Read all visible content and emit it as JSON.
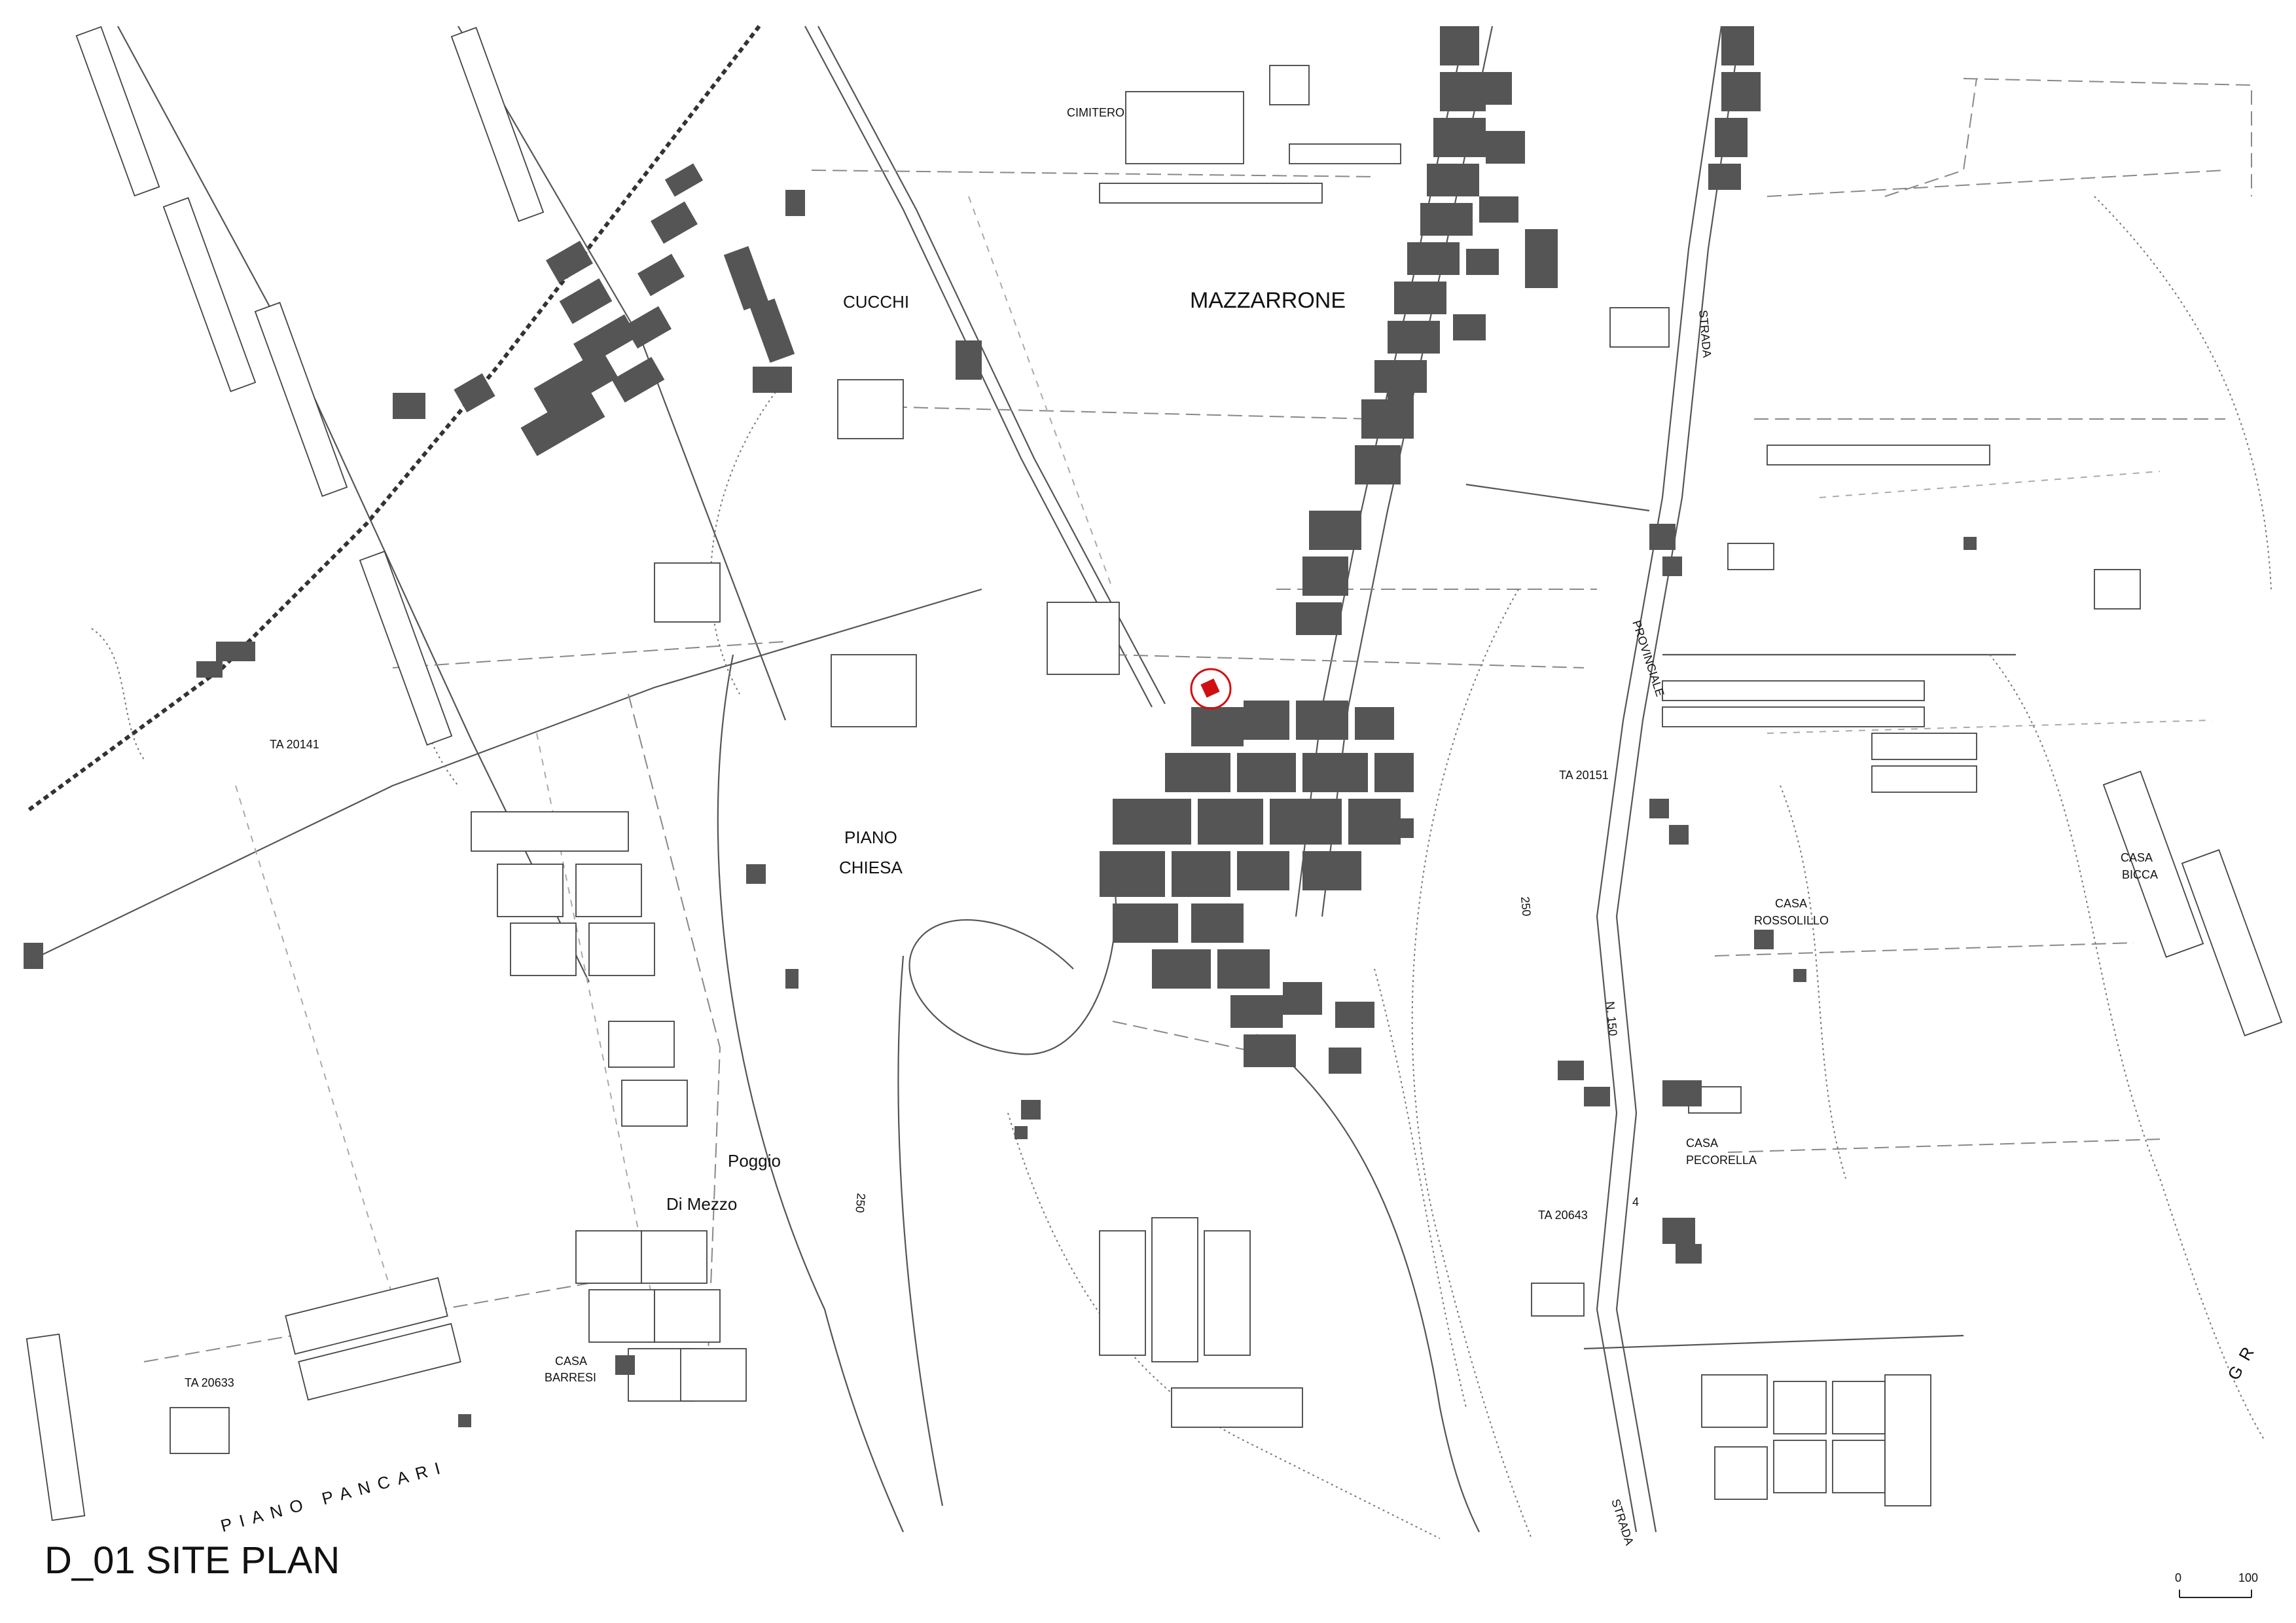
{
  "title": "D_01 SITE PLAN",
  "labels": {
    "cimitero": "CIMITERO",
    "mazzarrone": "MAZZARRONE",
    "cucchi": "CUCCHI",
    "piano_chiesa_1": "PIANO",
    "piano_chiesa_2": "CHIESA",
    "poggio": "Poggio",
    "di_mezzo": "Di Mezzo",
    "casa_barresi_1": "CASA",
    "casa_barresi_2": "BARRESI",
    "piano_pancari": "PIANO PANCARI",
    "ta_20141": "TA 20141",
    "ta_20633": "TA 20633",
    "ta_20151": "TA 20151",
    "ta_20643": "TA 20643",
    "casa_rossolillo_1": "CASA",
    "casa_rossolillo_2": "ROSSOLILLO",
    "casa_pecorella_1": "CASA",
    "casa_pecorella_2": "PECORELLA",
    "casa_bicca_1": "CASA",
    "casa_bicca_2": "BICCA",
    "strada_north": "STRADA",
    "provinciale": "PROVINCIALE",
    "n150": "N. 150",
    "road_250_a": "250",
    "road_250_b": "250",
    "num_4": "4",
    "strada_south": "STRADA",
    "gr": "GR"
  },
  "scale_bar": {
    "start": "0",
    "end": "100"
  },
  "colors": {
    "buildings": "#555555",
    "site_marker": "#d01010",
    "lines": "#555555"
  }
}
